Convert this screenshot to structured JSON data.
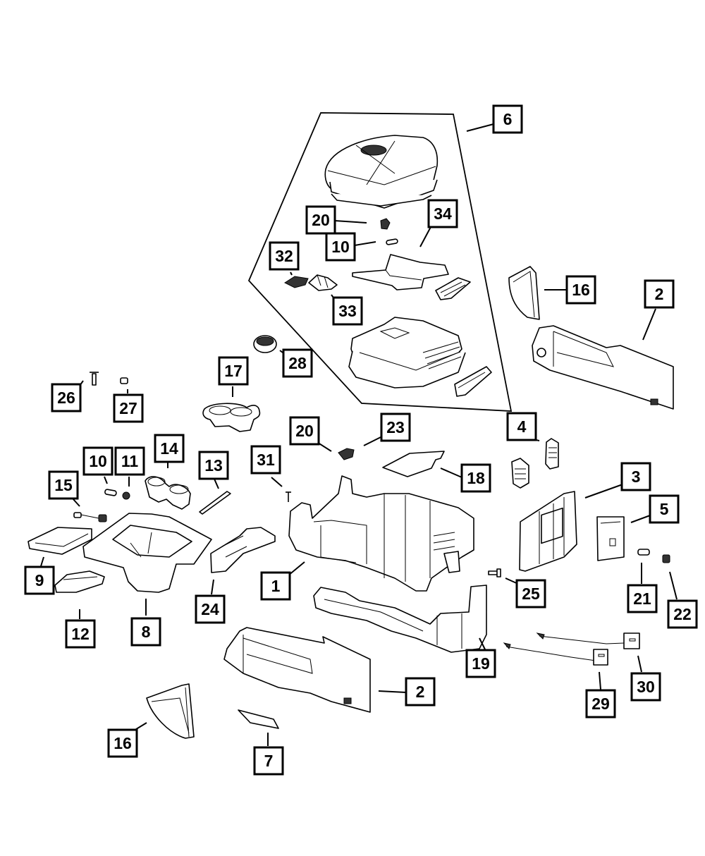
{
  "diagram": {
    "type": "exploded-parts-diagram",
    "subject": "center floor console assembly",
    "callouts": [
      {
        "id": "c1",
        "label": "1"
      },
      {
        "id": "c2a",
        "label": "2"
      },
      {
        "id": "c2b",
        "label": "2"
      },
      {
        "id": "c3",
        "label": "3"
      },
      {
        "id": "c4",
        "label": "4"
      },
      {
        "id": "c5",
        "label": "5"
      },
      {
        "id": "c6",
        "label": "6"
      },
      {
        "id": "c7",
        "label": "7"
      },
      {
        "id": "c8",
        "label": "8"
      },
      {
        "id": "c9",
        "label": "9"
      },
      {
        "id": "c10a",
        "label": "10"
      },
      {
        "id": "c10b",
        "label": "10"
      },
      {
        "id": "c11",
        "label": "11"
      },
      {
        "id": "c12",
        "label": "12"
      },
      {
        "id": "c13",
        "label": "13"
      },
      {
        "id": "c14",
        "label": "14"
      },
      {
        "id": "c15",
        "label": "15"
      },
      {
        "id": "c16a",
        "label": "16"
      },
      {
        "id": "c16b",
        "label": "16"
      },
      {
        "id": "c17",
        "label": "17"
      },
      {
        "id": "c18",
        "label": "18"
      },
      {
        "id": "c19",
        "label": "19"
      },
      {
        "id": "c20a",
        "label": "20"
      },
      {
        "id": "c20b",
        "label": "20"
      },
      {
        "id": "c21",
        "label": "21"
      },
      {
        "id": "c22",
        "label": "22"
      },
      {
        "id": "c23",
        "label": "23"
      },
      {
        "id": "c24",
        "label": "24"
      },
      {
        "id": "c25",
        "label": "25"
      },
      {
        "id": "c26",
        "label": "26"
      },
      {
        "id": "c27",
        "label": "27"
      },
      {
        "id": "c28",
        "label": "28"
      },
      {
        "id": "c29",
        "label": "29"
      },
      {
        "id": "c30",
        "label": "30"
      },
      {
        "id": "c31",
        "label": "31"
      },
      {
        "id": "c32",
        "label": "32"
      },
      {
        "id": "c33",
        "label": "33"
      },
      {
        "id": "c34",
        "label": "34"
      }
    ],
    "colors": {
      "line": "#000000",
      "background": "#ffffff"
    }
  }
}
